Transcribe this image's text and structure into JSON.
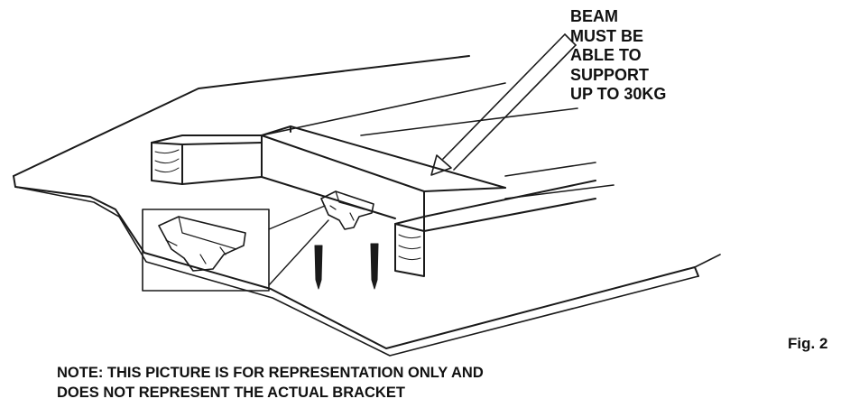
{
  "callout": {
    "lines": [
      "BEAM",
      "MUST BE",
      "ABLE TO",
      "SUPPORT",
      "UP TO 30KG"
    ]
  },
  "figure_label": "Fig. 2",
  "note": {
    "lines": [
      "NOTE: THIS PICTURE IS FOR REPRESENTATION ONLY AND",
      "DOES NOT REPRESENT THE ACTUAL BRACKET"
    ]
  }
}
